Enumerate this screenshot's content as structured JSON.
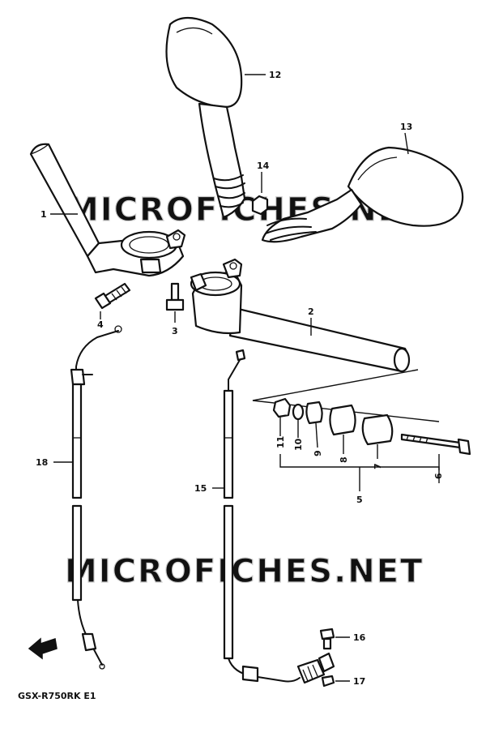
{
  "diagram": {
    "watermarks": [
      "MICROFICHES.NET",
      "MICROFICHES.NET"
    ],
    "caption": "GSX-R750RK E1",
    "callouts": {
      "c1": "1",
      "c2": "2",
      "c3": "3",
      "c4": "4",
      "c5": "5",
      "c6": "6",
      "c7": "7",
      "c8": "8",
      "c9": "9",
      "c10": "10",
      "c11": "11",
      "c12": "12",
      "c13": "13",
      "c14": "14",
      "c15": "15",
      "c16": "16",
      "c17": "17",
      "c18": "18"
    },
    "icons": [
      "front-direction-arrow-icon"
    ]
  }
}
